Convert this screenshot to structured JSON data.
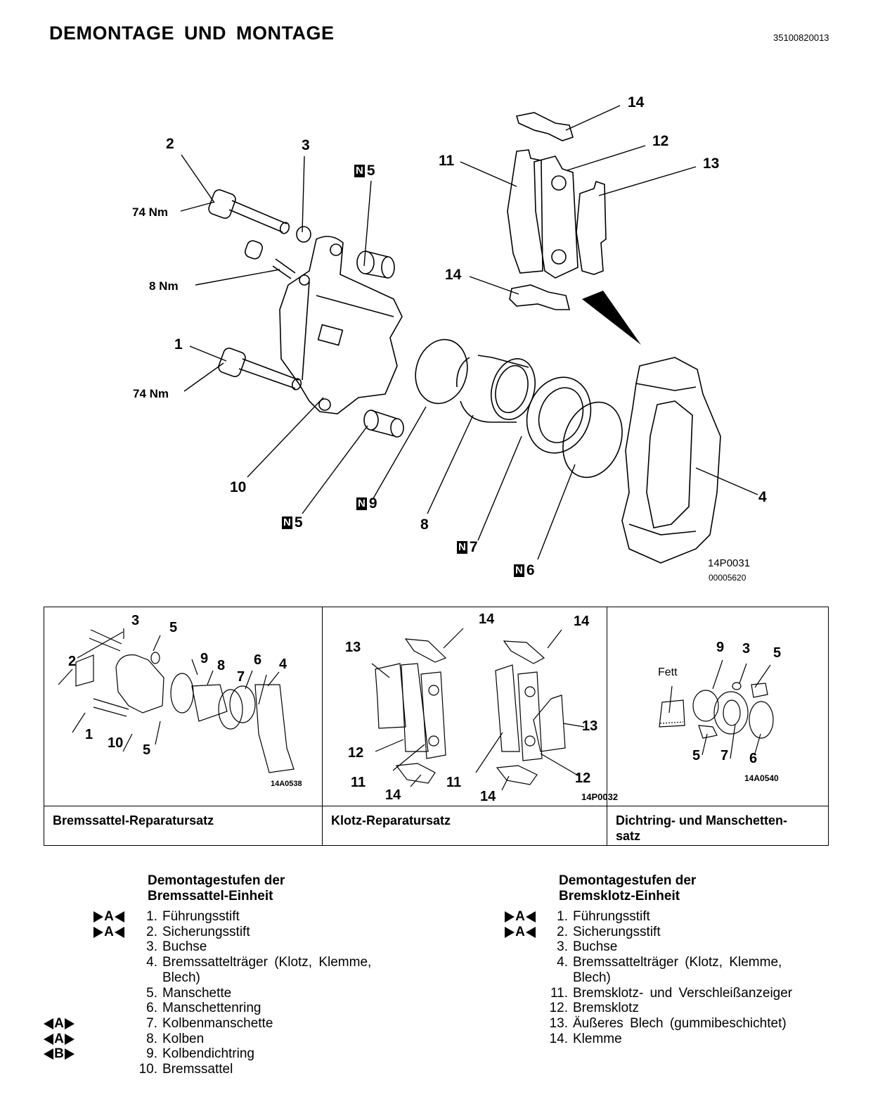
{
  "header": {
    "title": "DEMONTAGE UND MONTAGE",
    "doc_id": "35100820013"
  },
  "main_figure": {
    "callouts": {
      "c1": "1",
      "c2": "2",
      "c3": "3",
      "c4": "4",
      "c5_top": "5",
      "c5_bottom": "5",
      "c6": "6",
      "c7": "7",
      "c8": "8",
      "c9": "9",
      "c10": "10",
      "c11": "11",
      "c12": "12",
      "c13": "13",
      "c14_top": "14",
      "c14_bottom": "14"
    },
    "new_part_badge": "N",
    "torques": {
      "pin_2": "74 Nm",
      "bleeder": "8 Nm",
      "pin_1": "74 Nm"
    },
    "figure_code": "14P0031",
    "figure_subcode": "00005620"
  },
  "kits": [
    {
      "label": "Bremssattel-Reparatursatz",
      "figure_code": "14A0538",
      "callouts": [
        "3",
        "5",
        "2",
        "9",
        "8",
        "6",
        "4",
        "7",
        "1",
        "10",
        "5"
      ]
    },
    {
      "label": "Klotz-Reparatursatz",
      "figure_code": "14P0032",
      "callouts": [
        "14",
        "14",
        "13",
        "13",
        "12",
        "11",
        "11",
        "12",
        "14",
        "14"
      ]
    },
    {
      "label": "Dichtring- und Manschetten-\nsatz",
      "figure_code": "14A0540",
      "grease_label": "Fett",
      "callouts": [
        "9",
        "3",
        "5",
        "5",
        "7",
        "6"
      ]
    }
  ],
  "steps_left": {
    "heading_line1": "Demontagestufen der",
    "heading_line2": "Bremssattel-Einheit",
    "items": [
      {
        "num": "1.",
        "text": "Führungsstift"
      },
      {
        "num": "2.",
        "text": "Sicherungsstift"
      },
      {
        "num": "3.",
        "text": "Buchse"
      },
      {
        "num": "4.",
        "text": "Bremssattelträger (Klotz, Klemme,"
      },
      {
        "num": "",
        "text": "Blech)"
      },
      {
        "num": "5.",
        "text": "Manschette"
      },
      {
        "num": "6.",
        "text": "Manschettenring"
      },
      {
        "num": "7.",
        "text": "Kolbenmanschette"
      },
      {
        "num": "8.",
        "text": "Kolben"
      },
      {
        "num": "9.",
        "text": "Kolbendichtring"
      },
      {
        "num": "10.",
        "text": "Bremssattel"
      }
    ],
    "install_marks": [
      "A",
      "A"
    ],
    "removal_marks": [
      "A",
      "A",
      "B"
    ]
  },
  "steps_right": {
    "heading_line1": "Demontagestufen der",
    "heading_line2": "Bremsklotz-Einheit",
    "items": [
      {
        "num": "1.",
        "text": "Führungsstift"
      },
      {
        "num": "2.",
        "text": "Sicherungsstift"
      },
      {
        "num": "3.",
        "text": "Buchse"
      },
      {
        "num": "4.",
        "text": "Bremssattelträger (Klotz, Klemme,"
      },
      {
        "num": "",
        "text": "Blech)"
      },
      {
        "num": "11.",
        "text": "Bremsklotz- und Verschleißanzeiger"
      },
      {
        "num": "12.",
        "text": "Bremsklotz"
      },
      {
        "num": "13.",
        "text": "Äußeres Blech (gummibeschichtet)"
      },
      {
        "num": "14.",
        "text": "Klemme"
      }
    ],
    "install_marks": [
      "A",
      "A"
    ]
  }
}
